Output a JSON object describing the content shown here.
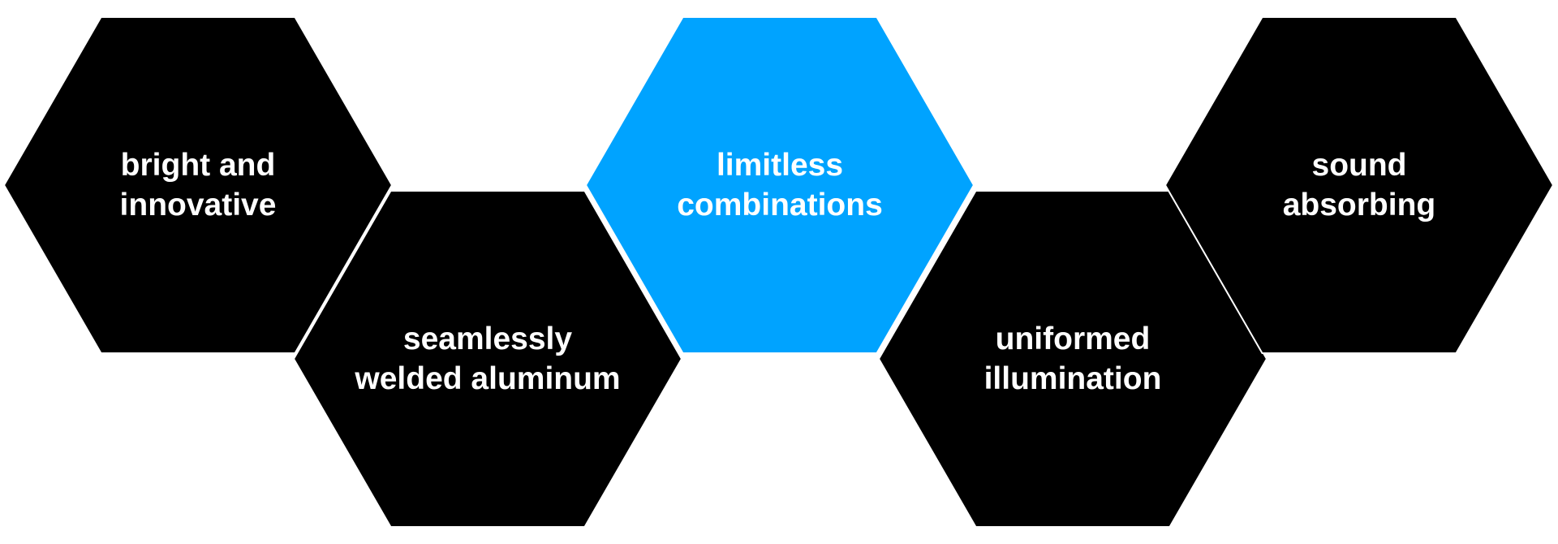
{
  "colors": {
    "hex_default": "#000000",
    "hex_highlight": "#00a3ff",
    "text": "#ffffff",
    "background": "#ffffff"
  },
  "hexagons": [
    {
      "id": "bright-and-innovative",
      "lines": [
        "bright and",
        "innovative"
      ],
      "highlight": false
    },
    {
      "id": "seamlessly-welded-aluminum",
      "lines": [
        "seamlessly",
        "welded aluminum"
      ],
      "highlight": false
    },
    {
      "id": "limitless-combinations",
      "lines": [
        "limitless",
        "combinations"
      ],
      "highlight": true
    },
    {
      "id": "uniformed-illumination",
      "lines": [
        "uniformed",
        "illumination"
      ],
      "highlight": false
    },
    {
      "id": "sound-absorbing",
      "lines": [
        "sound",
        "absorbing"
      ],
      "highlight": false
    }
  ]
}
